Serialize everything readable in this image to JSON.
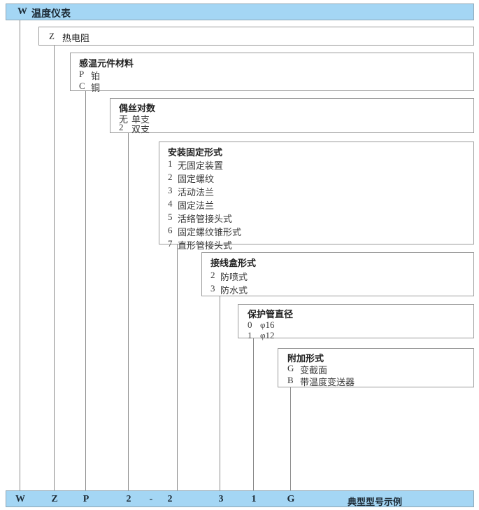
{
  "header": {
    "code": "W",
    "label": "温度仪表"
  },
  "levels": [
    {
      "name": "thermal-resistance",
      "inline_code": "Z",
      "inline_label": "热电阻",
      "title": "",
      "rows": []
    },
    {
      "name": "sensing-element-material",
      "title": "感温元件材料",
      "rows": [
        {
          "code": "P",
          "label": "铂"
        },
        {
          "code": "C",
          "label": "铜"
        }
      ]
    },
    {
      "name": "wire-pair-count",
      "title": "偶丝对数",
      "rows": [
        {
          "code": "无",
          "label": "单支"
        },
        {
          "code": "2",
          "label": "双支"
        }
      ]
    },
    {
      "name": "mounting-fixing-type",
      "title": "安装固定形式",
      "rows": [
        {
          "code": "1",
          "label": "无固定装置"
        },
        {
          "code": "2",
          "label": "固定螺纹"
        },
        {
          "code": "3",
          "label": "活动法兰"
        },
        {
          "code": "4",
          "label": "固定法兰"
        },
        {
          "code": "5",
          "label": "活络管接头式"
        },
        {
          "code": "6",
          "label": "固定螺纹锥形式"
        },
        {
          "code": "7",
          "label": "直形管接头式"
        }
      ]
    },
    {
      "name": "junction-box-type",
      "title": "接线盒形式",
      "rows": [
        {
          "code": "2",
          "label": "防喷式"
        },
        {
          "code": "3",
          "label": "防水式"
        }
      ]
    },
    {
      "name": "protection-tube-diameter",
      "title": "保护管直径",
      "rows": [
        {
          "code": "0",
          "label": "φ16"
        },
        {
          "code": "1",
          "label": "φ12"
        }
      ]
    },
    {
      "name": "additional-type",
      "title": "附加形式",
      "rows": [
        {
          "code": "G",
          "label": "变截面"
        },
        {
          "code": "B",
          "label": "带温度变送器"
        }
      ]
    }
  ],
  "model_row": {
    "cells": [
      "W",
      "Z",
      "P",
      "2",
      "-",
      "2",
      "3",
      "1",
      "G"
    ],
    "note": "典型型号示例"
  },
  "colors": {
    "bar_fill": "#a4d6f4",
    "bar_border": "#8fa6b4",
    "box_border": "#9a9a9a",
    "line": "#8a8a8a"
  }
}
